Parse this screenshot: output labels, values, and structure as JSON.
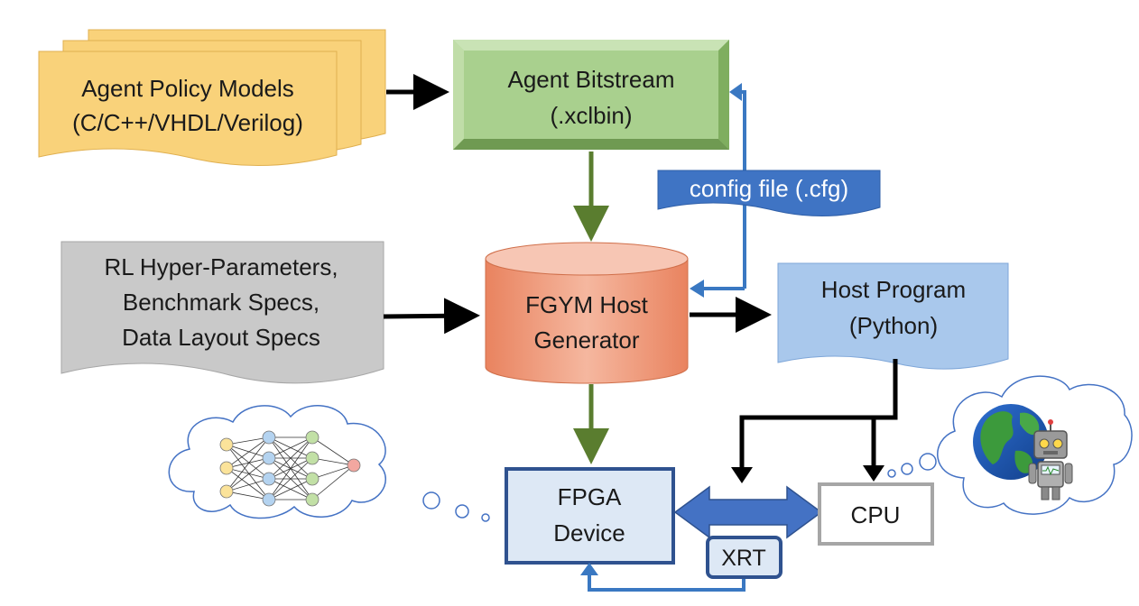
{
  "agent_policy": {
    "line1": "Agent Policy Models",
    "line2": "(C/C++/VHDL/Verilog)"
  },
  "bitstream": {
    "line1": "Agent Bitstream",
    "line2": "(.xclbin)"
  },
  "config_file": {
    "label": "config file (.cfg)"
  },
  "rl_specs": {
    "line1": "RL Hyper-Parameters,",
    "line2": "Benchmark Specs,",
    "line3": "Data Layout Specs"
  },
  "host_generator": {
    "line1": "FGYM Host",
    "line2": "Generator"
  },
  "host_program": {
    "line1": "Host Program",
    "line2": "(Python)"
  },
  "fpga": {
    "line1": "FPGA",
    "line2": "Device"
  },
  "cpu": {
    "label": "CPU"
  },
  "xrt": {
    "label": "XRT"
  },
  "colors": {
    "policy_fill": "#f9d27a",
    "bitstream_fill": "#a9d08e",
    "rl_fill": "#c9c9c9",
    "generator_fill": "#f2a58a",
    "host_program_fill": "#a9c8ec",
    "config_fill": "#3f74c4",
    "fpga_border": "#2f528f",
    "arrow_green": "#5a7d2f",
    "arrow_blue": "#3a78c2"
  }
}
